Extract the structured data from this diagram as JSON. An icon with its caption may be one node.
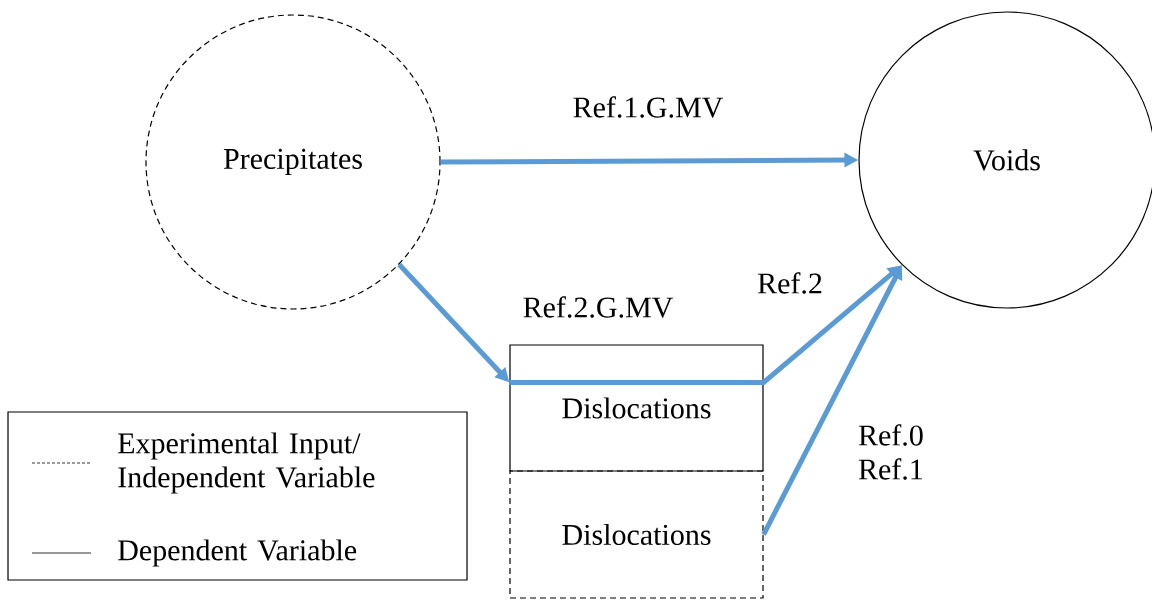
{
  "diagram": {
    "nodes": [
      {
        "text": [
          "Precipitates"
        ]
      },
      {
        "text": [
          "Voids"
        ]
      },
      {
        "text": [
          "Dislocations"
        ]
      },
      {
        "text": [
          "Dislocations"
        ]
      }
    ],
    "edges": [
      {
        "from": 0,
        "to": 1,
        "arrow": "to",
        "label": "Ref.1.G.MV"
      },
      {
        "from": 0,
        "to": 2,
        "arrow": "to",
        "label": "Ref.2.G.MV"
      },
      {
        "from": 2,
        "to": 1,
        "arrow": "to",
        "label": "Ref.2"
      },
      {
        "from": 3,
        "to": 1,
        "arrow": "to",
        "label": "Ref.0 Ref.1"
      }
    ],
    "legend": [
      {
        "text": "Experimental Input/ Independent Variable"
      },
      {
        "text": "Dependent Variable"
      }
    ]
  }
}
